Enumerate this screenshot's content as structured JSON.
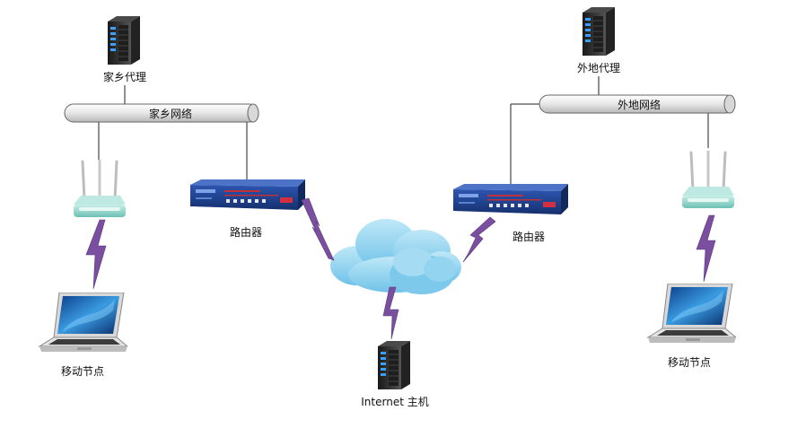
{
  "labels": {
    "home_agent": "家乡代理",
    "home_network": "家乡网络",
    "home_router": "路由器",
    "home_mobile_node": "移动节点",
    "foreign_agent": "外地代理",
    "foreign_network": "外地网络",
    "foreign_router": "路由器",
    "foreign_mobile_node": "移动节点",
    "internet_host": "Internet 主机"
  },
  "icons": {
    "server": "server-icon",
    "router": "router-icon",
    "wireless_ap": "wireless-router-icon",
    "laptop": "laptop-icon",
    "cloud": "cloud-icon",
    "link": "lightning-link-icon"
  },
  "colors": {
    "bolt": "#7b4fa0",
    "router_body": "#1f3d8c",
    "cloud": "#8fd3ef",
    "bus": "#e8e8e8",
    "ap_body": "#8fd8cf",
    "server_body": "#2b2b2b"
  }
}
